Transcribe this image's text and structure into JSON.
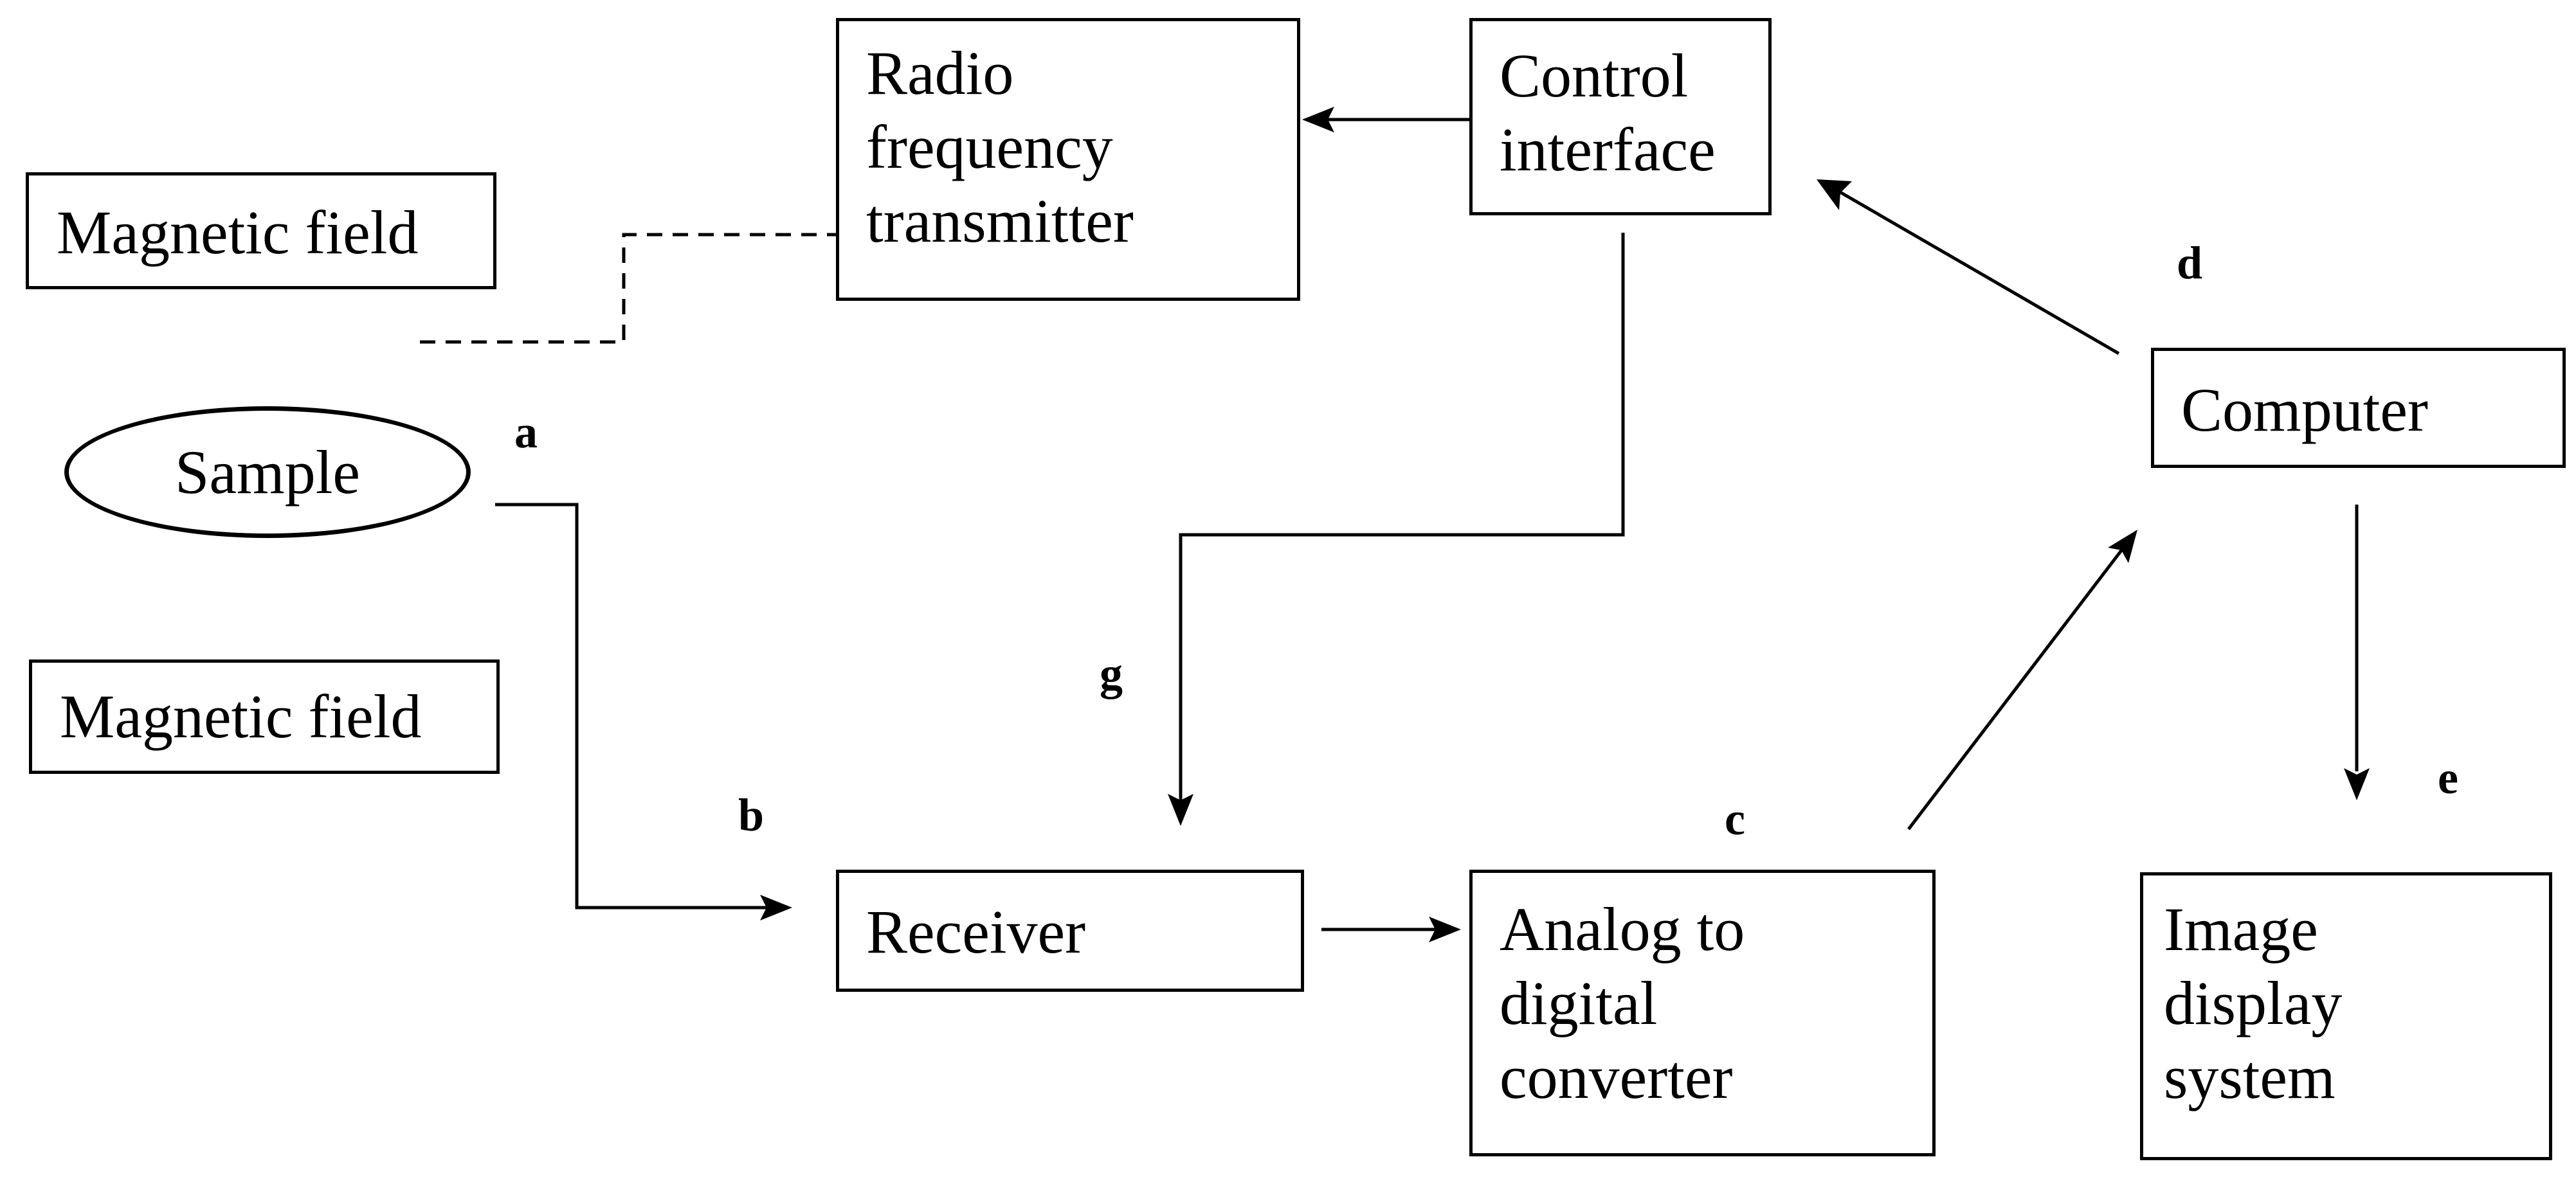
{
  "nodes": {
    "magnetic_field_top": "Magnetic field",
    "magnetic_field_bottom": "Magnetic field",
    "sample": "Sample",
    "rf_transmitter": "Radio\nfrequency\ntransmitter",
    "control_interface": "Control\ninterface",
    "computer": "Computer",
    "receiver": "Receiver",
    "adc": "Analog to\ndigital\nconverter",
    "image_display": "Image\ndisplay\nsystem"
  },
  "labels": {
    "a": "a",
    "b": "b",
    "c": "c",
    "d": "d",
    "e": "e",
    "g": "g"
  }
}
